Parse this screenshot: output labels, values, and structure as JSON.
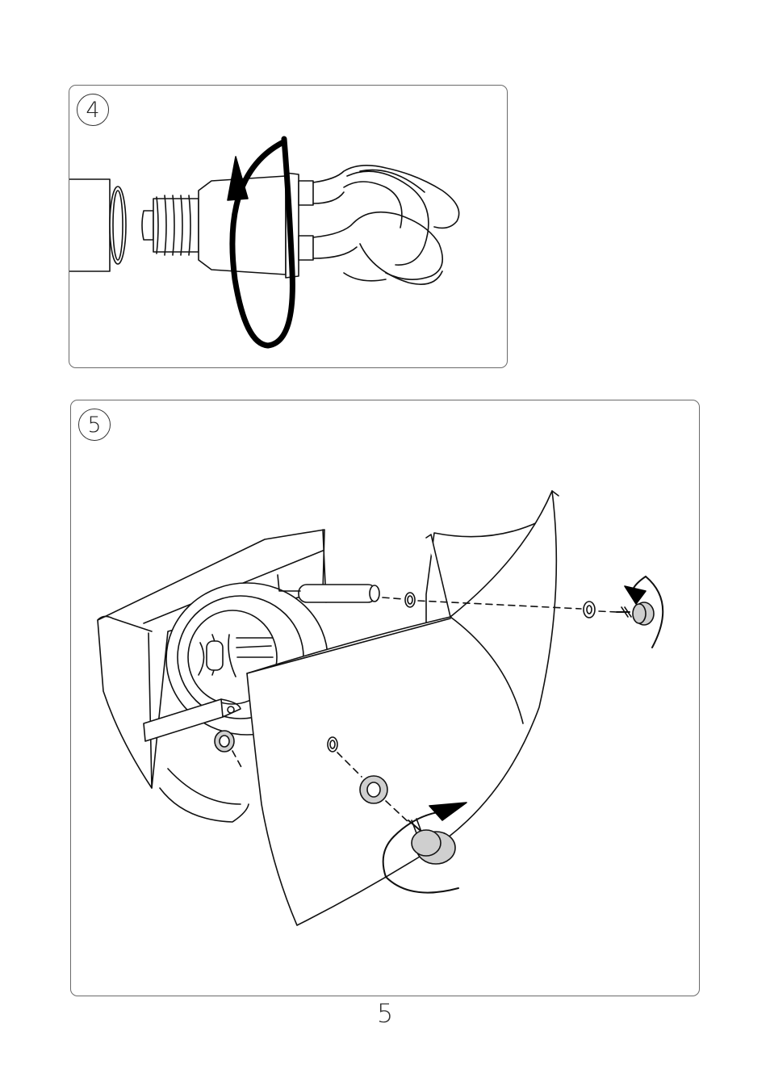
{
  "steps": [
    {
      "number": "4",
      "illustration_icon": "replace-cfl-bulb-illustration"
    },
    {
      "number": "5",
      "illustration_icon": "attach-shade-with-screws-illustration"
    }
  ],
  "page": {
    "number": "5"
  },
  "colors": {
    "line": "#111111",
    "washer_fill": "#cfcfcf",
    "frame": "#6a6a6a"
  }
}
